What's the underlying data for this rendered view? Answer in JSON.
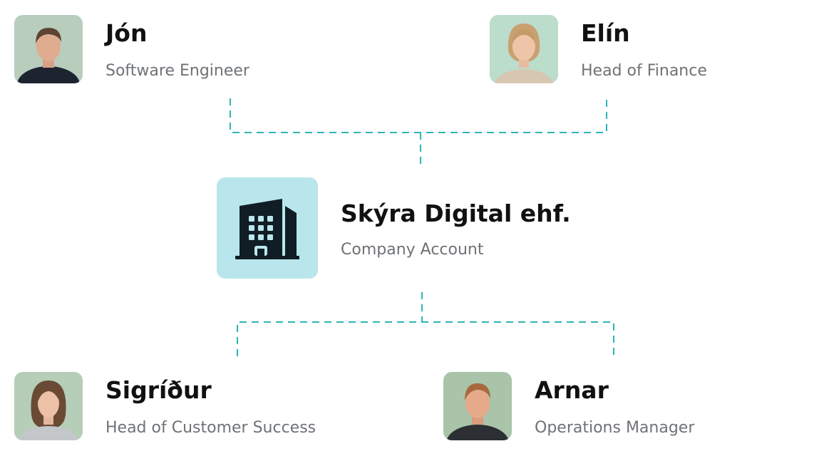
{
  "colors": {
    "connector": "#2fb4b4",
    "company_icon_bg": "#b8e6ec",
    "name_text": "#111111",
    "role_text": "#6e7276"
  },
  "top_people": [
    {
      "name": "Jón",
      "role": "Software Engineer",
      "avatar_icon": "person-photo-icon"
    },
    {
      "name": "Elín",
      "role": "Head of Finance",
      "avatar_icon": "person-photo-icon"
    }
  ],
  "company": {
    "name": "Skýra Digital ehf.",
    "type": "Company Account",
    "icon": "building-icon"
  },
  "bottom_people": [
    {
      "name": "Sigríður",
      "role": "Head of Customer Success",
      "avatar_icon": "person-photo-icon"
    },
    {
      "name": "Arnar",
      "role": "Operations Manager",
      "avatar_icon": "person-photo-icon"
    }
  ]
}
